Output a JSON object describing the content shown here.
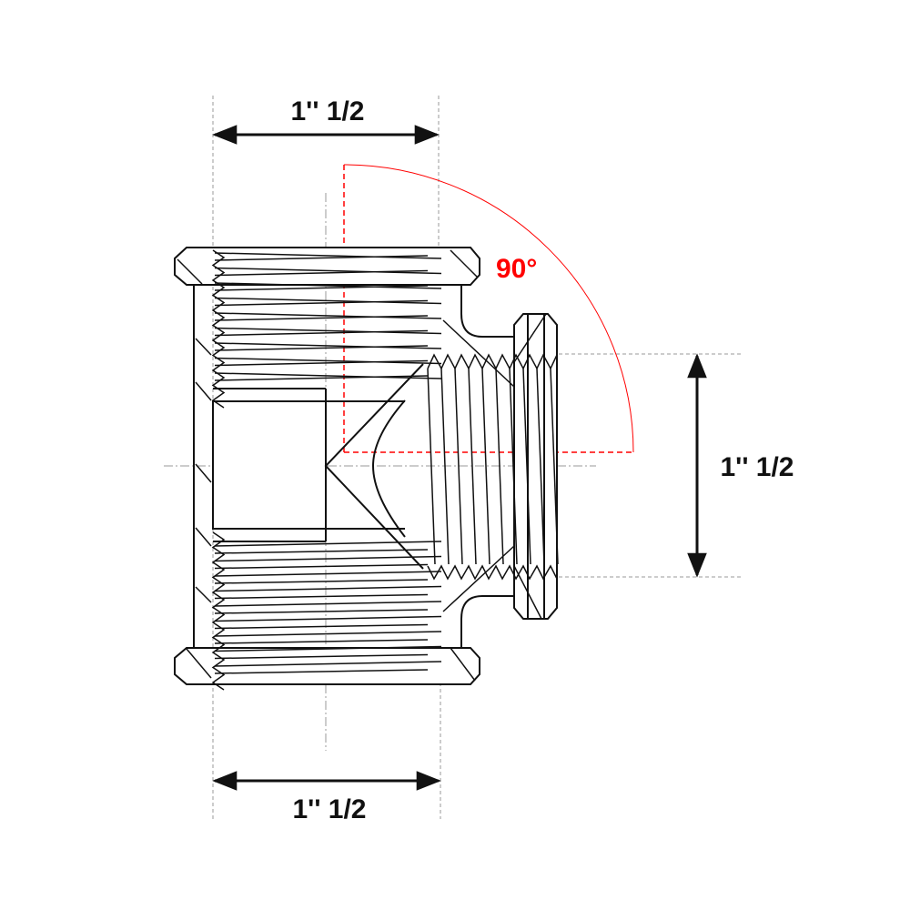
{
  "dimensions": {
    "top_width": "1'' 1/2",
    "bottom_width": "1'' 1/2",
    "side_height": "1'' 1/2"
  },
  "angle": {
    "label": "90°"
  },
  "colors": {
    "line": "#111111",
    "angle": "#ff0000",
    "guide": "#888888"
  }
}
